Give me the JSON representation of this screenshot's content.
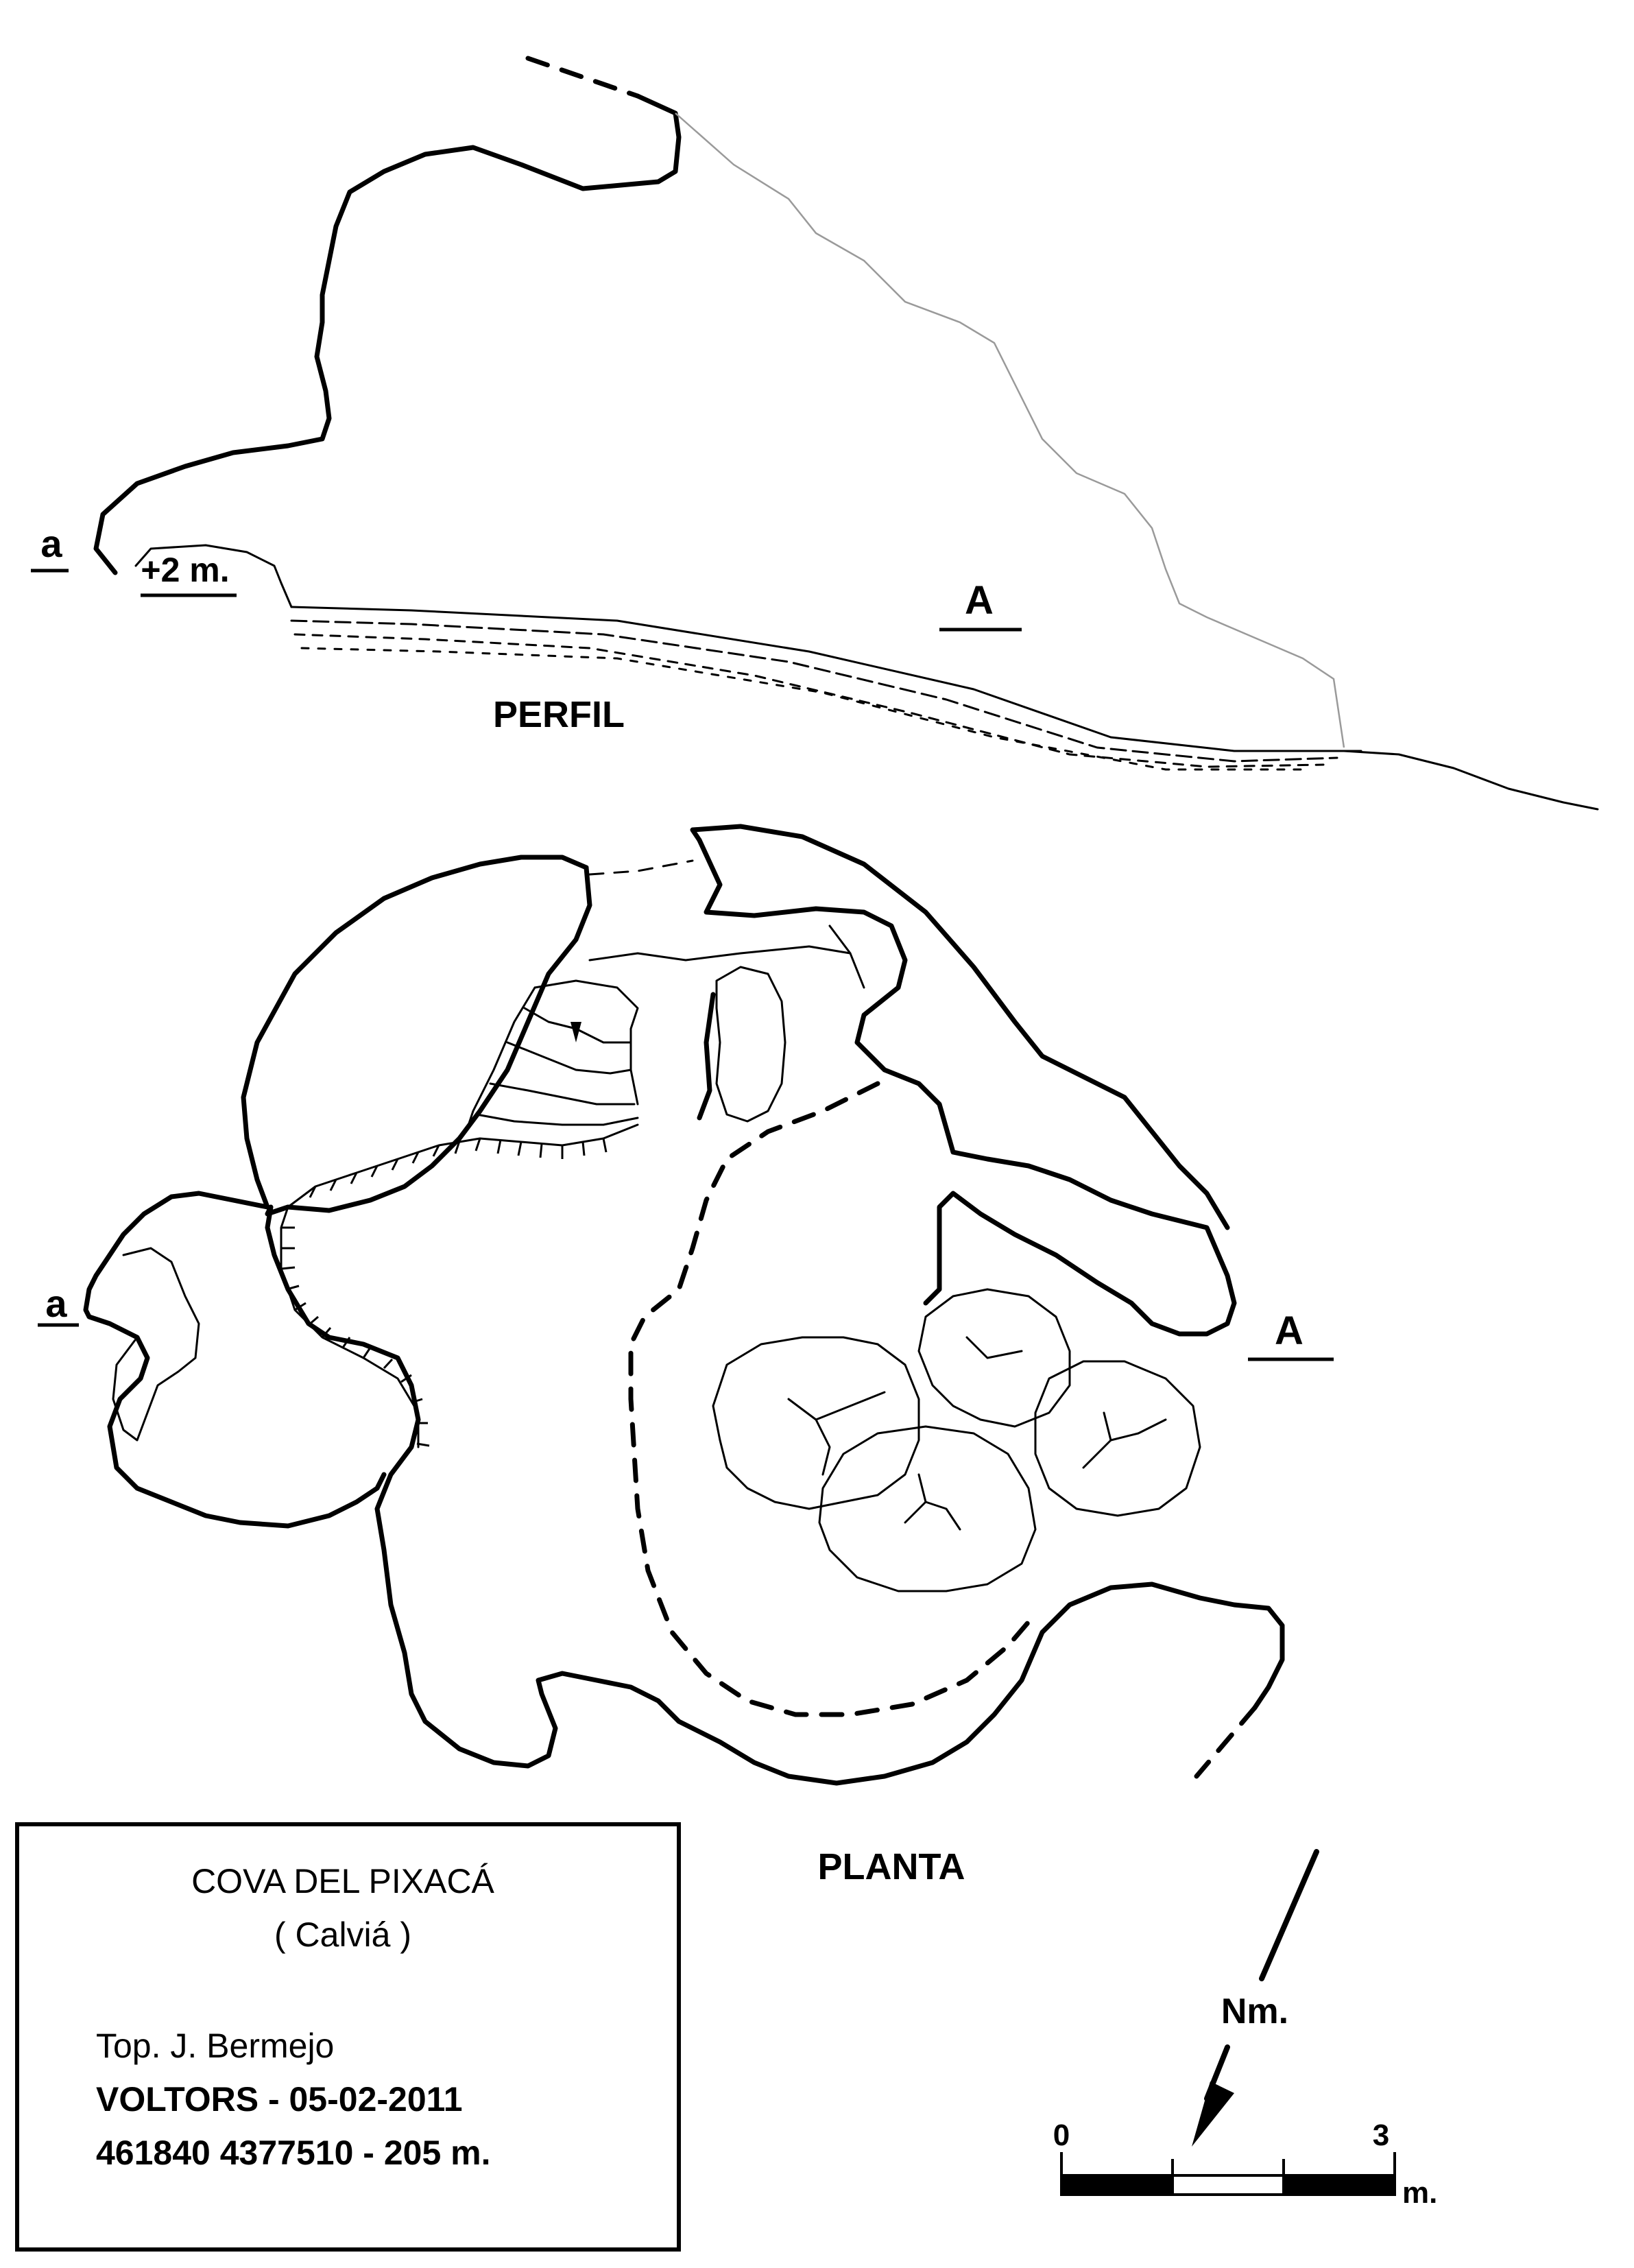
{
  "profile": {
    "title": "PERFIL",
    "section_a": "a",
    "section_A": "A",
    "height_note": "+2 m."
  },
  "plan": {
    "title": "PLANTA",
    "section_a": "a",
    "section_A": "A"
  },
  "title_block": {
    "cave_name": "COVA DEL PIXACÁ",
    "municipality": "( Calviá )",
    "surveyor": "Top. J. Bermejo",
    "club_date": "VOLTORS - 05-02-2011",
    "coordinates": "461840 4377510 - 205 m."
  },
  "north_arrow": {
    "label": "Nm."
  },
  "scale_bar": {
    "start_label": "0",
    "end_label": "3",
    "unit": "m.",
    "length_m": 3
  }
}
